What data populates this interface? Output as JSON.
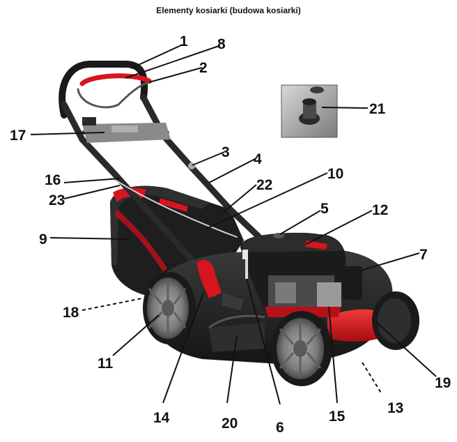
{
  "title": "Elementy kosiarki (budowa kosiarki)",
  "colors": {
    "accent": "#d8141e",
    "body": "#2b2b2b",
    "body_dark": "#161616",
    "metal": "#9a9a9a",
    "wheel": "#8c8c8c"
  },
  "callouts": [
    "1",
    "2",
    "3",
    "4",
    "5",
    "6",
    "7",
    "8",
    "9",
    "10",
    "11",
    "12",
    "13",
    "14",
    "15",
    "16",
    "17",
    "18",
    "19",
    "20",
    "21",
    "22",
    "23"
  ]
}
